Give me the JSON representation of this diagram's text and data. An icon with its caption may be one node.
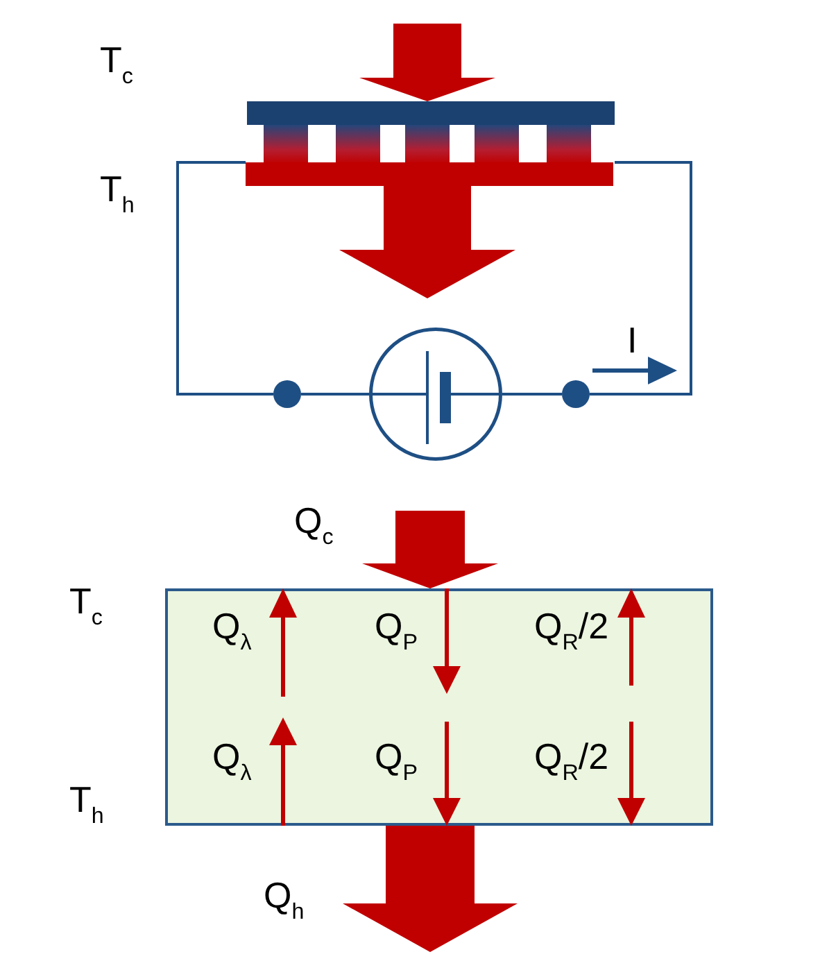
{
  "diagram": {
    "nodes": [
      {
        "text": [],
        "shape": "picture"
      },
      {
        "text": [],
        "shape": "circle"
      },
      {
        "text": [],
        "shape": "circle"
      },
      {
        "text": [],
        "shape": "circle"
      },
      {
        "text": [
          "Q$_{λ}$",
          "Q$_{P}$",
          "Q$_{R}$/2",
          "Q$_{λ}$",
          "Q$_{P}$",
          "Q$_{R}$/2"
        ],
        "beside": [
          "T$_{c}$",
          "T$_{h}$"
        ]
      }
    ],
    "edges": [
      {
        "from": null,
        "to": 0,
        "arrow": "to"
      },
      {
        "from": 0,
        "to": 1,
        "arrow": "none"
      },
      {
        "from": 1,
        "to": 2,
        "arrow": "none"
      },
      {
        "from": 2,
        "to": 3,
        "arrow": "none"
      },
      {
        "from": 3,
        "to": 0,
        "arrow": "none"
      },
      {
        "from": 0,
        "to": null,
        "arrow": "to"
      },
      {
        "from": null,
        "to": 4,
        "arrow": "to"
      },
      {
        "from": 4,
        "to": null,
        "arrow": "to"
      }
    ],
    "labels": [
      "T$_{c}$",
      "T$_{h}$",
      "I",
      "Q$_{c}$",
      "Q$_{h}$"
    ]
  }
}
